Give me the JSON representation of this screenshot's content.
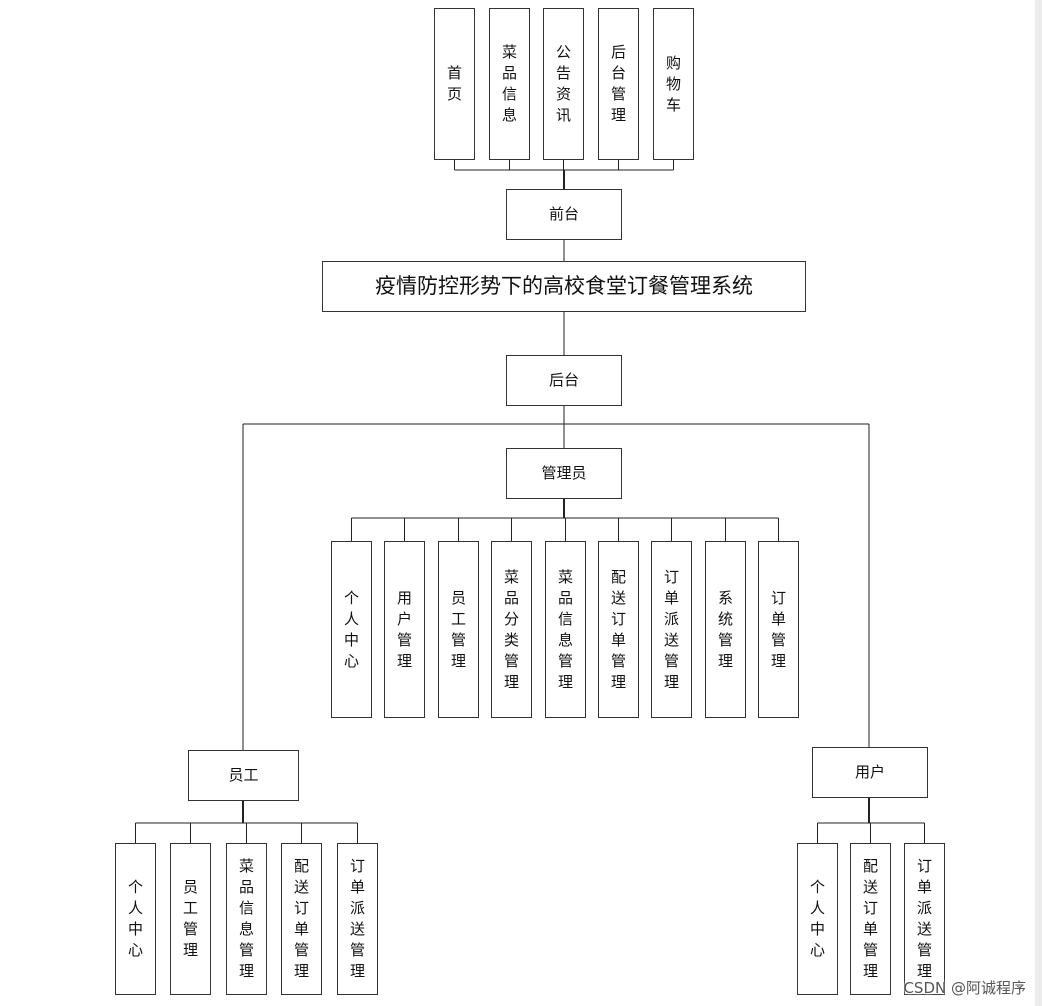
{
  "title": "疫情防控形势下的高校食堂订餐管理系统",
  "frontend": {
    "label": "前台",
    "items": [
      "首页",
      "菜品信息",
      "公告资讯",
      "后台管理",
      "购物车"
    ]
  },
  "backend": {
    "label": "后台"
  },
  "admin": {
    "label": "管理员",
    "items": [
      "个人中心",
      "用户管理",
      "员工管理",
      "菜品分类管理",
      "菜品信息管理",
      "配送订单管理",
      "订单派送管理",
      "系统管理",
      "订单管理"
    ]
  },
  "staff": {
    "label": "员工",
    "items": [
      "个人中心",
      "员工管理",
      "菜品信息管理",
      "配送订单管理",
      "订单派送管理"
    ]
  },
  "user": {
    "label": "用户",
    "items": [
      "个人中心",
      "配送订单管理",
      "订单派送管理"
    ]
  },
  "watermark": "CSDN @阿诚程序"
}
